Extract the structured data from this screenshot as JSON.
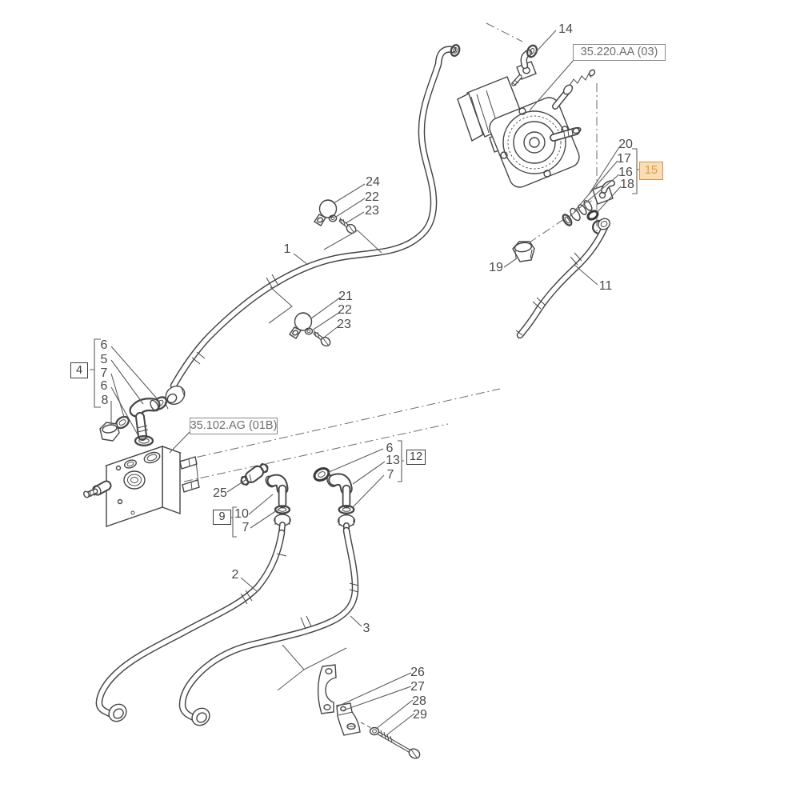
{
  "module_refs": {
    "pump": "35.220.AA (03)",
    "valve": "35.102.AG (01B)"
  },
  "group_boxes": {
    "g4": "4",
    "g9": "9",
    "g12": "12"
  },
  "highlighted_ref": {
    "label": "15",
    "bg_color": "#f8ddb6",
    "border_color": "#dd9040",
    "text_color": "#e09a3e"
  },
  "callouts": {
    "c1": "1",
    "c2": "2",
    "c3": "3",
    "c5": "5",
    "c6a": "6",
    "c6b": "6",
    "c6c": "6",
    "c7a": "7",
    "c7b": "7",
    "c7c": "7",
    "c8": "8",
    "c10": "10",
    "c11": "11",
    "c13": "13",
    "c14": "14",
    "c16": "16",
    "c17": "17",
    "c18": "18",
    "c19": "19",
    "c20": "20",
    "c21": "21",
    "c22a": "22",
    "c22b": "22",
    "c23a": "23",
    "c23b": "23",
    "c24": "24",
    "c25": "25",
    "c26": "26",
    "c27": "27",
    "c28": "28",
    "c29": "29"
  },
  "diagram": {
    "background": "#ffffff",
    "line_color": "#454545",
    "leader_color": "#5f5f5f"
  }
}
